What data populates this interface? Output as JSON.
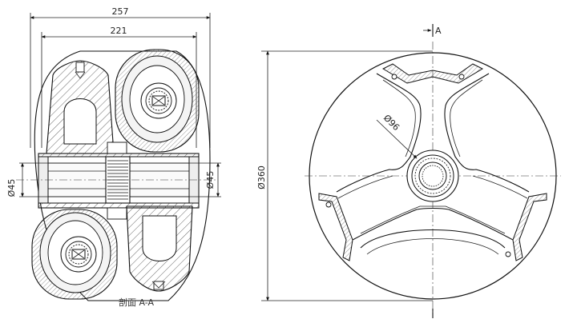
{
  "section_view": {
    "dim_overall_width": "257",
    "dim_inner_width": "221",
    "dim_left_diameter": "Ø45",
    "dim_right_diameter": "Ø45",
    "caption": "剖面 A-A"
  },
  "end_view": {
    "dim_outer_diameter": "Ø360",
    "dim_hub_diameter": "Ø96",
    "section_marker": "A"
  },
  "colors": {
    "line": "#111111",
    "hatch": "#444444",
    "tire": "#f4f4f4"
  }
}
